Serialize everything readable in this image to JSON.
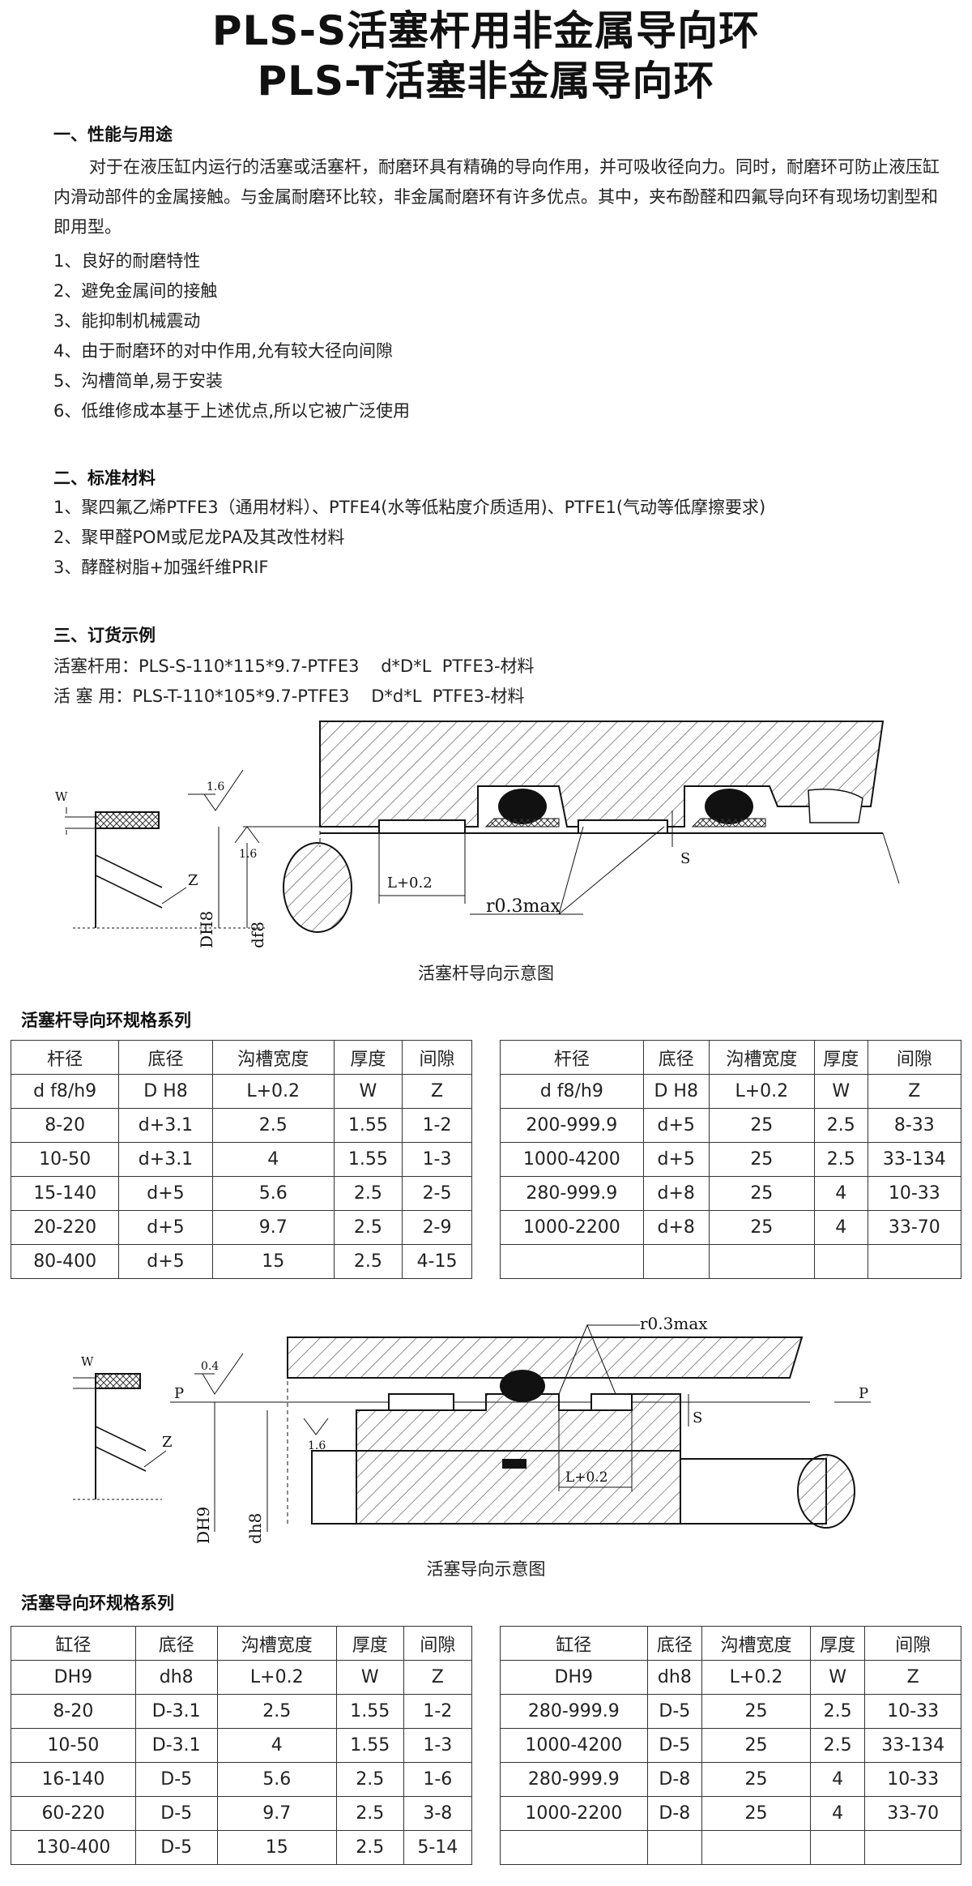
{
  "title_line1": "PLS-S活塞杆用非金属导向环",
  "title_line2": "PLS-T活塞非金属导向环",
  "section1": {
    "heading": "一、性能与用途",
    "paragraph": "对于在液压缸内运行的活塞或活塞杆，耐磨环具有精确的导向作用，并可吸收径向力。同时，耐磨环可防止液压缸内滑动部件的金属接触。与金属耐磨环比较，非金属耐磨环有许多优点。其中，夹布酚醛和四氟导向环有现场切割型和即用型。",
    "items": [
      "1、良好的耐磨特性",
      "2、避免金属间的接触",
      "3、能抑制机械震动",
      "4、由于耐磨环的对中作用,允有较大径向间隙",
      "5、沟槽简单,易于安装",
      "6、低维修成本基于上述优点,所以它被广泛使用"
    ]
  },
  "section2": {
    "heading": "二、标准材料",
    "items": [
      "1、聚四氟乙烯PTFE3（通用材料）、PTFE4(水等低粘度介质适用)、PTFE1(气动等低摩擦要求)",
      "2、聚甲醛POM或尼龙PA及其改性材料",
      "3、酵醛树脂+加强纤维PRIF"
    ]
  },
  "section3": {
    "heading": "三、订货示例",
    "items": [
      "活塞杆用：PLS-S-110*115*9.7-PTFE3    d*D*L  PTFE3-材料",
      "活 塞 用：PLS-T-110*105*9.7-PTFE3    D*d*L  PTFE3-材料"
    ]
  },
  "diagram1": {
    "caption": "活塞杆导向示意图",
    "labels": {
      "w": "W",
      "z": "Z",
      "dh8": "DH8",
      "df8": "df8",
      "rough1": "1.6",
      "rough2": "1.6",
      "l": "L+0.2",
      "r": "r0.3max",
      "s": "S"
    }
  },
  "table1": {
    "title": "活塞杆导向环规格系列",
    "left": [
      [
        "杆径",
        "底径",
        "沟槽宽度",
        "厚度",
        "间隙"
      ],
      [
        "d f8/h9",
        "D H8",
        "L+0.2",
        "W",
        "Z"
      ],
      [
        "8-20",
        "d+3.1",
        "2.5",
        "1.55",
        "1-2"
      ],
      [
        "10-50",
        "d+3.1",
        "4",
        "1.55",
        "1-3"
      ],
      [
        "15-140",
        "d+5",
        "5.6",
        "2.5",
        "2-5"
      ],
      [
        "20-220",
        "d+5",
        "9.7",
        "2.5",
        "2-9"
      ],
      [
        "80-400",
        "d+5",
        "15",
        "2.5",
        "4-15"
      ]
    ],
    "right": [
      [
        "杆径",
        "底径",
        "沟槽宽度",
        "厚度",
        "间隙"
      ],
      [
        "d f8/h9",
        "D H8",
        "L+0.2",
        "W",
        "Z"
      ],
      [
        "200-999.9",
        "d+5",
        "25",
        "2.5",
        "8-33"
      ],
      [
        "1000-4200",
        "d+5",
        "25",
        "2.5",
        "33-134"
      ],
      [
        "280-999.9",
        "d+8",
        "25",
        "4",
        "10-33"
      ],
      [
        "1000-2200",
        "d+8",
        "25",
        "4",
        "33-70"
      ],
      [
        "",
        "",
        "",
        "",
        ""
      ]
    ]
  },
  "diagram2": {
    "caption": "活塞导向示意图",
    "labels": {
      "w": "W",
      "z": "Z",
      "p1": "P",
      "p2": "P",
      "dh9": "DH9",
      "dh8": "dh8",
      "rough1": "0.4",
      "rough2": "1.6",
      "l": "L+0.2",
      "r": "r0.3max",
      "s": "S"
    }
  },
  "table2": {
    "title": "活塞导向环规格系列",
    "left": [
      [
        "缸径",
        "底径",
        "沟槽宽度",
        "厚度",
        "间隙"
      ],
      [
        "DH9",
        "dh8",
        "L+0.2",
        "W",
        "Z"
      ],
      [
        "8-20",
        "D-3.1",
        "2.5",
        "1.55",
        "1-2"
      ],
      [
        "10-50",
        "D-3.1",
        "4",
        "1.55",
        "1-3"
      ],
      [
        "16-140",
        "D-5",
        "5.6",
        "2.5",
        "1-6"
      ],
      [
        "60-220",
        "D-5",
        "9.7",
        "2.5",
        "3-8"
      ],
      [
        "130-400",
        "D-5",
        "15",
        "2.5",
        "5-14"
      ]
    ],
    "right": [
      [
        "缸径",
        "底径",
        "沟槽宽度",
        "厚度",
        "间隙"
      ],
      [
        "DH9",
        "dh8",
        "L+0.2",
        "W",
        "Z"
      ],
      [
        "280-999.9",
        "D-5",
        "25",
        "2.5",
        "10-33"
      ],
      [
        "1000-4200",
        "D-5",
        "25",
        "2.5",
        "33-134"
      ],
      [
        "280-999.9",
        "D-8",
        "25",
        "4",
        "10-33"
      ],
      [
        "1000-2200",
        "D-8",
        "25",
        "4",
        "33-70"
      ],
      [
        "",
        "",
        "",
        "",
        ""
      ]
    ]
  }
}
